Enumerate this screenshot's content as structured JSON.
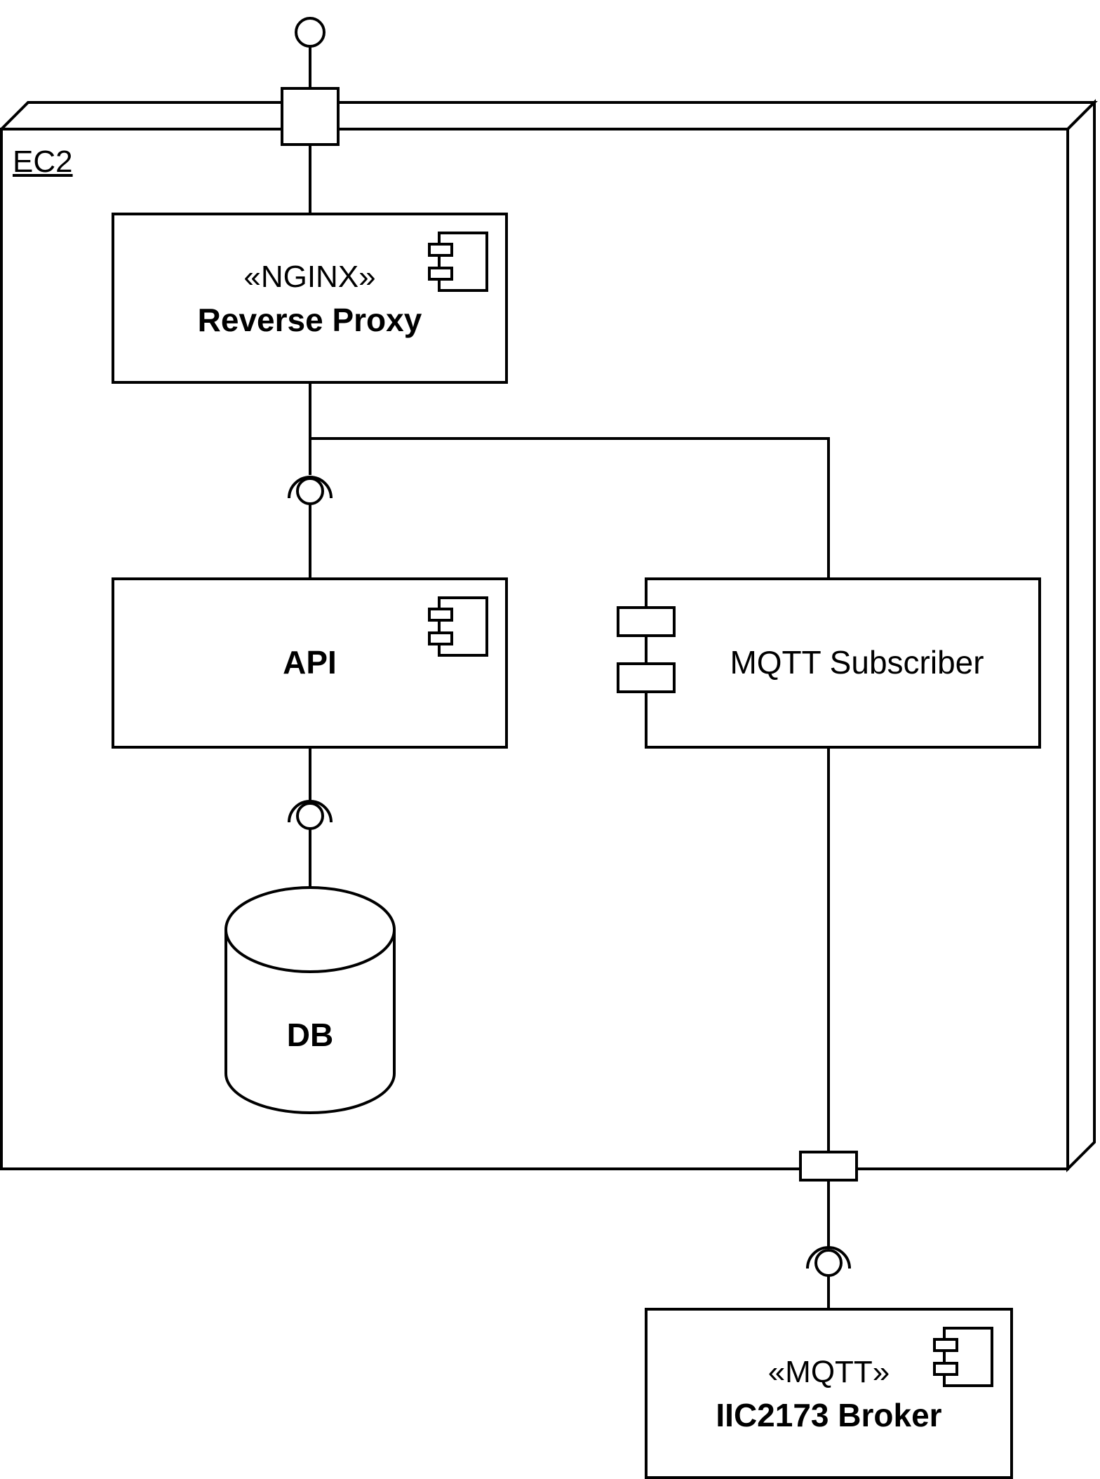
{
  "node": {
    "title": "EC2"
  },
  "components": {
    "reverse_proxy": {
      "stereotype": "«NGINX»",
      "name": "Reverse Proxy"
    },
    "api": {
      "name": "API"
    },
    "mqtt_subscriber": {
      "name": "MQTT Subscriber"
    },
    "db": {
      "name": "DB"
    },
    "broker": {
      "stereotype": "«MQTT»",
      "name": "IIC2173 Broker"
    }
  }
}
